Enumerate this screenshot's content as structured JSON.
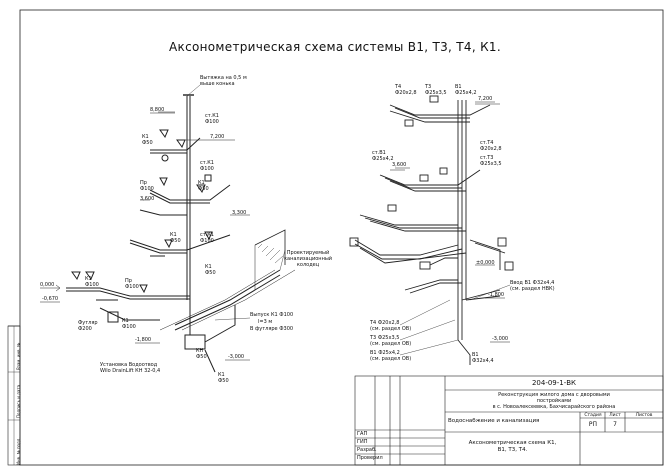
{
  "title": "Аксонометрическая схема системы В1, Т3, Т4, К1.",
  "left_labels": {
    "vent": "Вытяжка на 0,5 м\nвыше конька",
    "lvl_8800": "8,800",
    "lvl_7200": "7,200",
    "lvl_3600": "3,600",
    "lvl_3300": "3,300",
    "lvl_0000": "0,000",
    "lvl_m0670": "-0,670",
    "lvl_m1800": "-1,800",
    "lvl_m3000": "-3,000",
    "st_k1_top": "ст.К1\nФ100",
    "k1_f50_a": "К1\nФ50",
    "st_k1_mid": "ст.К1\nФ100",
    "pr_f100": "Пр\nФ100",
    "k1_f50_b": "К1\nФ50",
    "st_k1_low": "ст.К1\nФ100",
    "k1_f50_c": "К1\nФ50",
    "k1_f50_d": "К1\nФ50",
    "pr_f100_b": "Пр\nФ100",
    "k1_f100": "К1\nФ100",
    "futlyar": "Футляр\nФ200",
    "k1_f100_b": "К1\nФ100",
    "kn": "КН\nФ50",
    "pump": "Установка Водоотвод\nWilo DrainLift КН 32-0,4",
    "k1_f50_e": "К1\nФ50",
    "designed_well": "Проектируемый\nканализационный\nколодец",
    "vypusk": "Выпуск К1  Ф100",
    "vypusk_len": "l=3 м",
    "vypusk_case": "В футляре Ф300"
  },
  "right_labels": {
    "lvl_7200": "7,200",
    "lvl_3600": "3,600",
    "lvl_0000": "±0,000",
    "lvl_m1800": "-1,800",
    "lvl_m3000": "-3,000",
    "t4_top": "Т4\nФ20х2,8",
    "t3_top": "Т3\nФ25х3,5",
    "b1_top": "В1\nФ25х4,2",
    "st_t4": "ст.Т4\nФ20х2,8",
    "st_t3": "ст.Т3\nФ25х3,5",
    "st_b1": "ст.В1\nФ25х4,2",
    "vvod": "Ввод В1 Ф32х4,4\n(см. раздел НВК)",
    "t4_legend": "Т4 Ф20х2,8\n(см. раздел ОВ)",
    "t3_legend": "Т3 Ф25х3,5\n(см. раздел ОВ)",
    "b1_legend": "В1 Ф25х4,2\n(см. раздел ОВ)",
    "b1_f32": "В1\nФ32х4,4"
  },
  "title_block": {
    "code": "204-09-1-ВК",
    "project": "Реконструкция жилого дома с дворовыми\nпостройками\nв с. Новоалексеевка, Бахчисарайского района",
    "stage_hdr": "Стадия",
    "sheet_hdr": "Лист",
    "sheets_hdr": "Листов",
    "section": "Водоснабжение и канализация",
    "stage": "РП",
    "sheet": "7",
    "sheets": "",
    "drawing": "Аксонометрическая схема К1,\nВ1, Т3, Т4.",
    "roles": [
      "ГАП",
      "ГИП",
      "Разраб.",
      "Проверил"
    ]
  },
  "side_stamp": [
    "Инв. № подл.",
    "Подпись и дата",
    "Взам. инв. №"
  ]
}
